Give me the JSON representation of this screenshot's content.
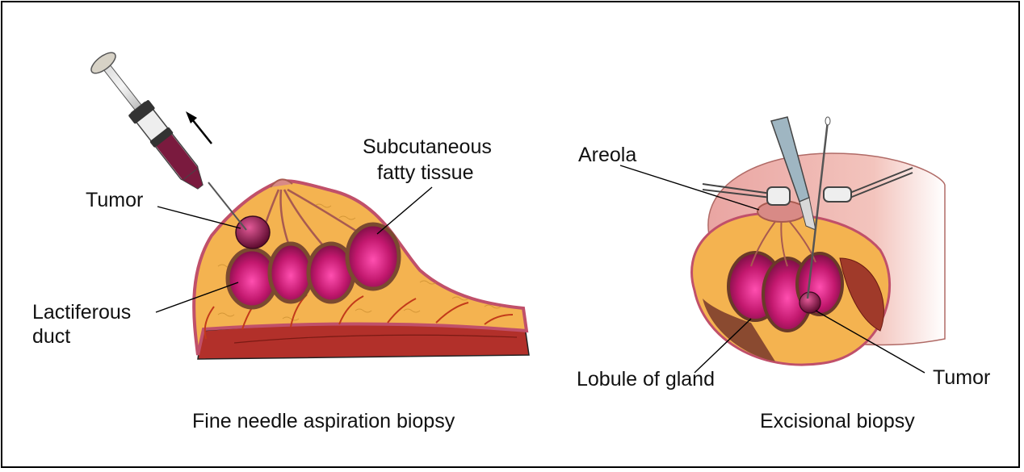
{
  "panels": {
    "fna": {
      "caption": "Fine needle aspiration biopsy",
      "labels": {
        "tumor": "Tumor",
        "subcutaneous_line1": "Subcutaneous",
        "subcutaneous_line2": "fatty tissue",
        "lactiferous_line1": "Lactiferous",
        "lactiferous_line2": "duct"
      }
    },
    "excisional": {
      "caption": "Excisional biopsy",
      "labels": {
        "areola": "Areola",
        "lobule": "Lobule of gland",
        "tumor": "Tumor"
      }
    }
  },
  "colors": {
    "fat": "#f4b350",
    "skin": "#d88a86",
    "gland": "#c2186e",
    "duct": "#a85a50",
    "muscle": "#b2302a",
    "vessel": "#c23a1a",
    "outline": "#222222"
  }
}
